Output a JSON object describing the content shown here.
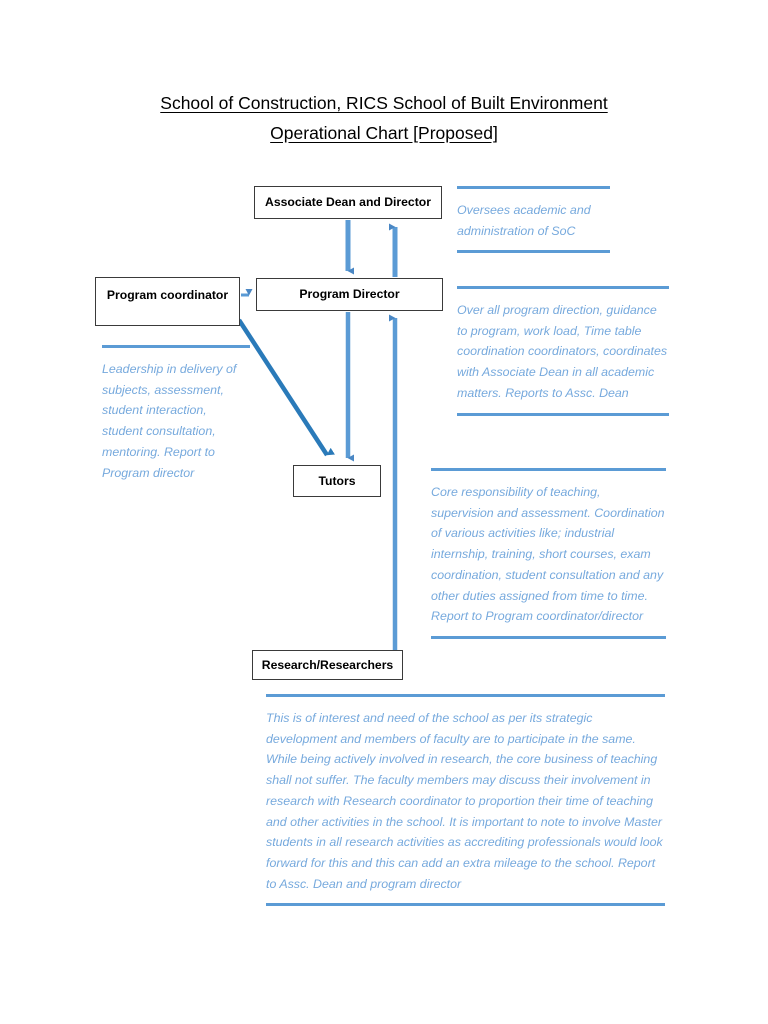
{
  "document": {
    "title_line1": "School of Construction, RICS School of Built Environment",
    "title_line2": "Operational Chart [Proposed]"
  },
  "colors": {
    "accent_blue": "#5b9bd5",
    "annotation_text": "#76a9dd",
    "box_border": "#3a3a3a",
    "page_background": "#ffffff",
    "title_text": "#000000"
  },
  "chart_data": {
    "type": "diagram",
    "title": "School of Construction, RICS School of Built Environment Operational Chart [Proposed]",
    "nodes": [
      {
        "id": "assoc_dean",
        "label": "Associate Dean and Director"
      },
      {
        "id": "program_director",
        "label": "Program Director"
      },
      {
        "id": "program_coordinator",
        "label": "Program coordinator"
      },
      {
        "id": "tutors",
        "label": "Tutors"
      },
      {
        "id": "research",
        "label": "Research/Researchers"
      }
    ],
    "edges": [
      {
        "from": "assoc_dean",
        "to": "program_director",
        "direction": "down"
      },
      {
        "from": "program_director",
        "to": "assoc_dean",
        "direction": "up"
      },
      {
        "from": "program_coordinator",
        "to": "program_director",
        "direction": "right"
      },
      {
        "from": "program_coordinator",
        "to": "tutors",
        "direction": "diagonal-down-right"
      },
      {
        "from": "program_director",
        "to": "tutors",
        "direction": "down"
      },
      {
        "from": "research",
        "to": "program_director",
        "direction": "up"
      }
    ]
  },
  "boxes": {
    "assoc_dean": "Associate Dean and Director",
    "program_director": "Program Director",
    "program_coordinator": "Program coordinator",
    "tutors": "Tutors",
    "research": "Research/Researchers"
  },
  "annotations": {
    "assoc_dean": "Oversees academic and administration of SoC",
    "program_director": "Over all program direction, guidance to program, work load, Time table coordination coordinators, coordinates with Associate Dean in all academic matters. Reports to Assc. Dean",
    "program_coordinator": "Leadership in delivery of subjects, assessment, student interaction, student consultation, mentoring. Report to Program director",
    "tutors": "Core responsibility of teaching, supervision and assessment. Coordination of various activities like; industrial internship, training, short courses, exam coordination, student consultation and any other duties assigned from time to time. Report to Program coordinator/director",
    "research": "This is of interest and need of the school as per its strategic development and members of faculty are to participate in the same. While being actively involved in research, the core business of teaching shall not suffer. The faculty members may discuss their involvement in research with Research coordinator to proportion their time of teaching and other activities in the school. It is important to note to involve Master students in all research activities as accrediting professionals would look forward for this and this can add an extra mileage to the school. Report to Assc. Dean and program director"
  }
}
